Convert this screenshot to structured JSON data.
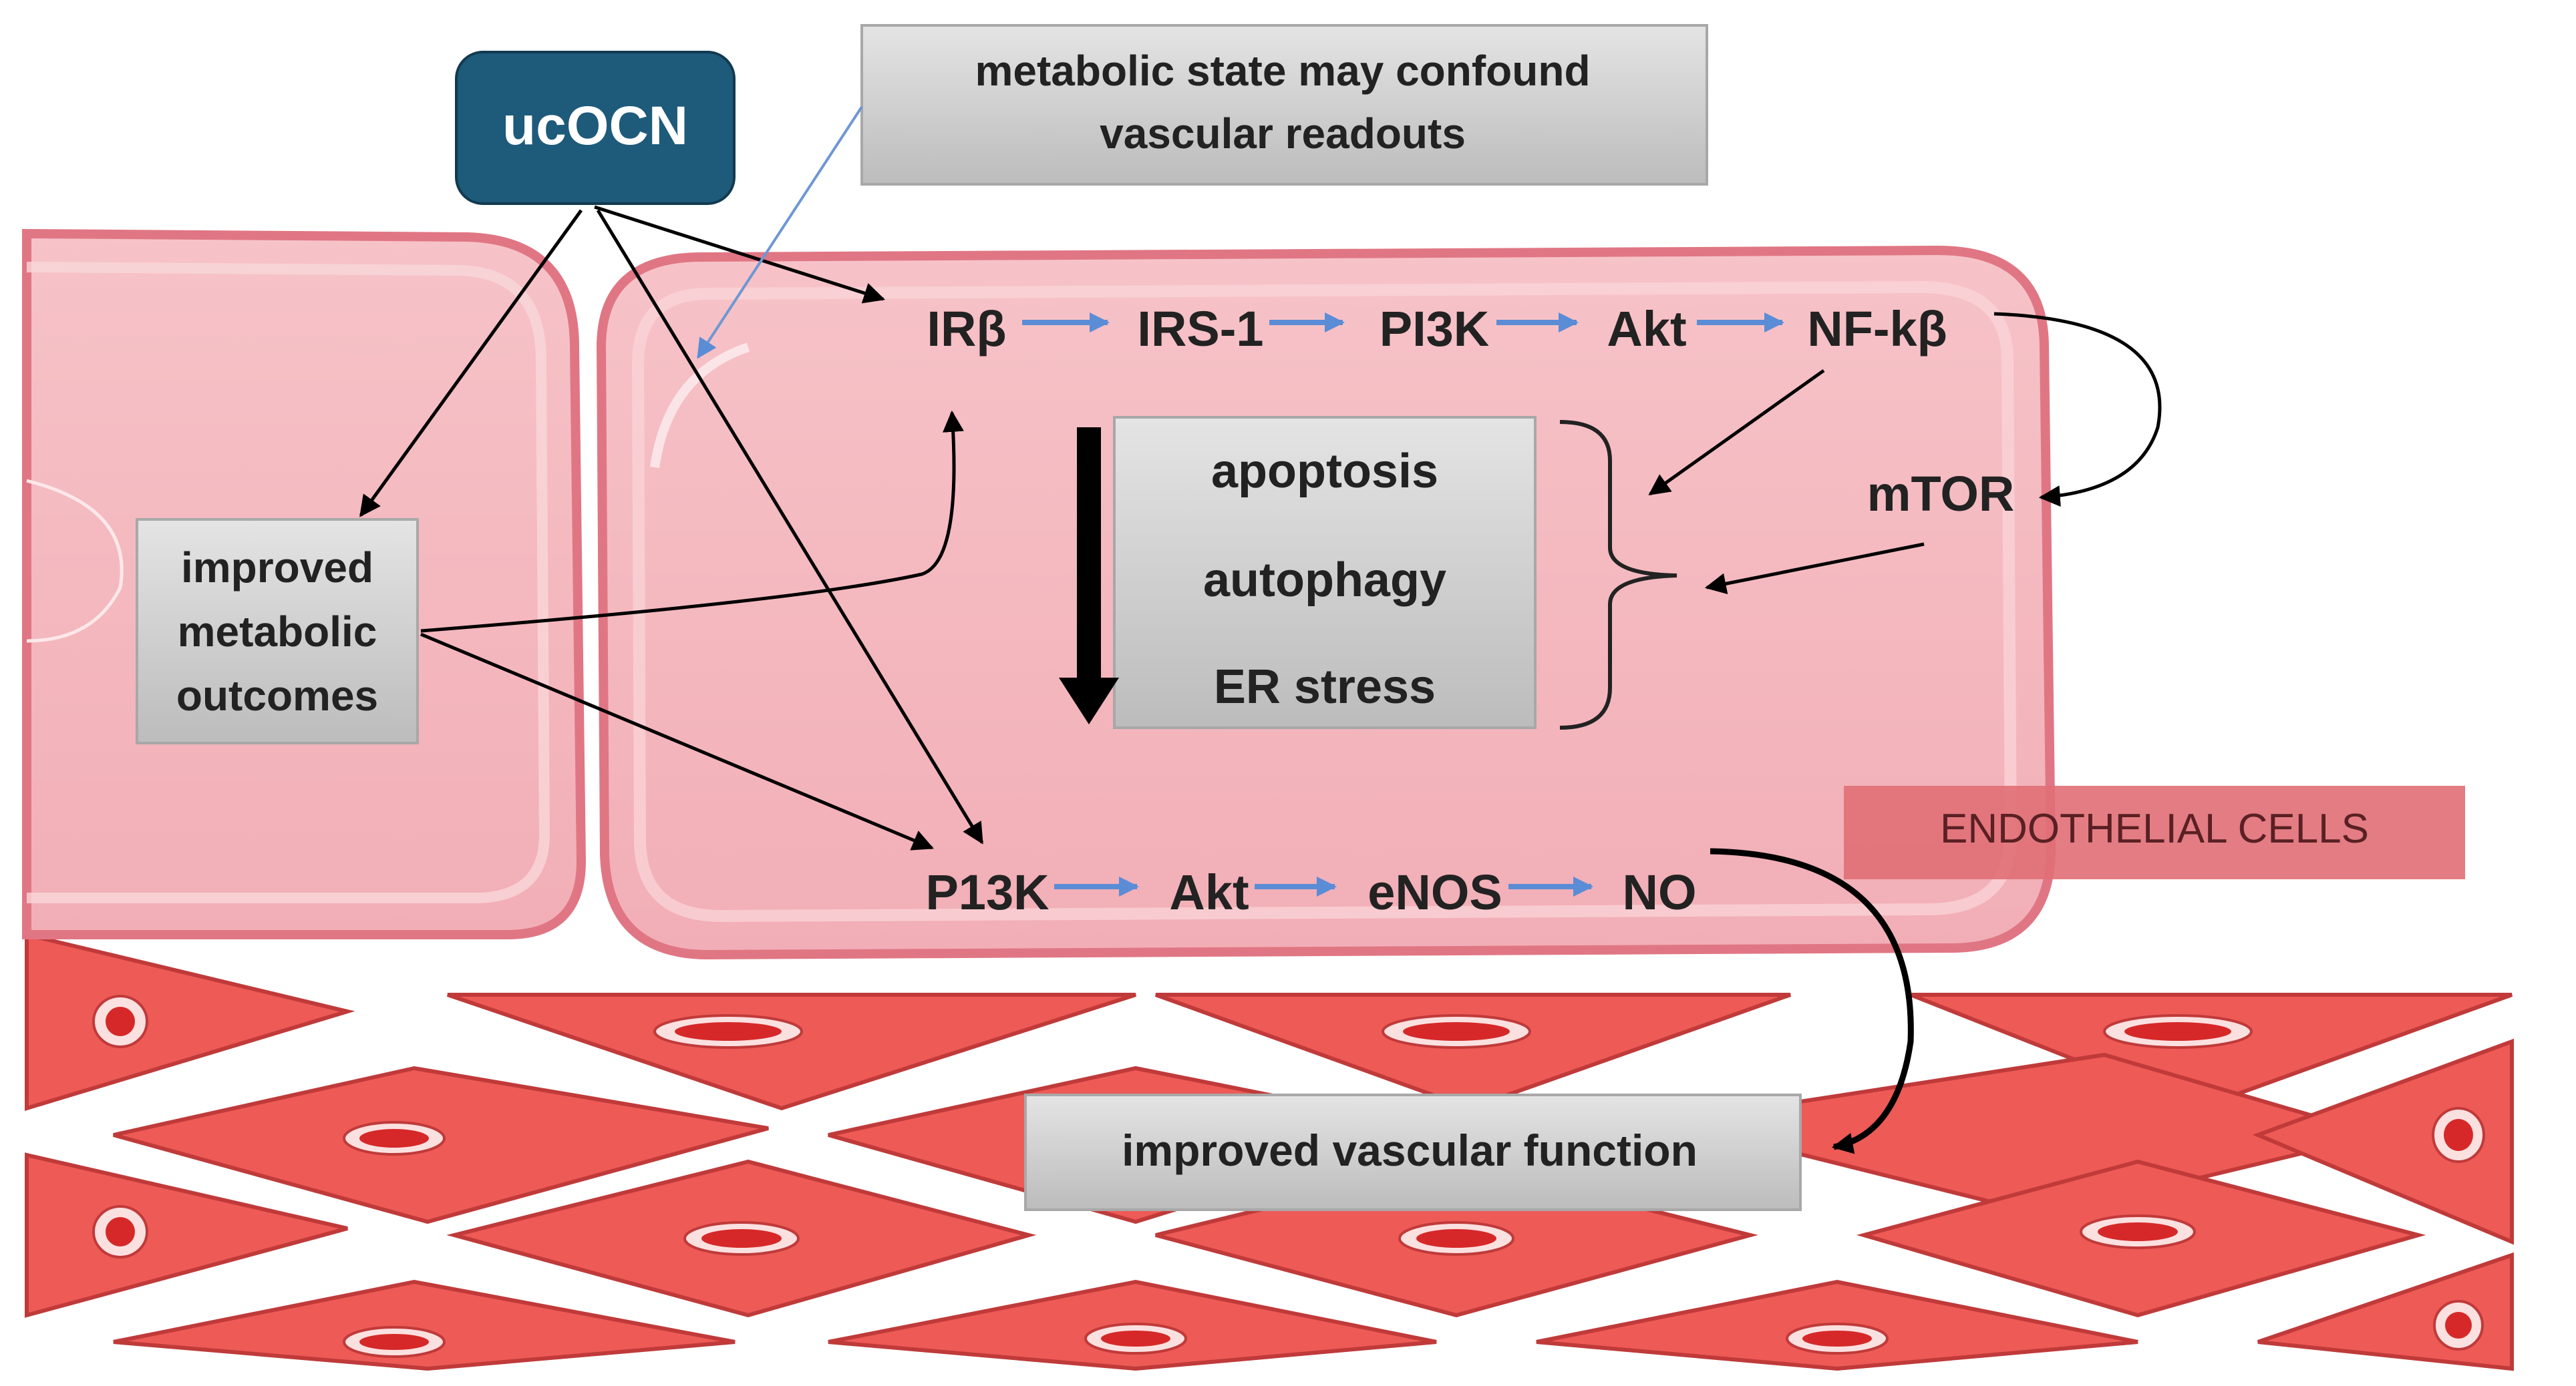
{
  "source_box": {
    "label": "ucOCN",
    "fill": "#1e5a7a",
    "text_color": "#ffffff"
  },
  "note_box": {
    "line1": "metabolic state may confound",
    "line2": "vascular readouts"
  },
  "metabolic_box": {
    "line1": "improved",
    "line2": "metabolic",
    "line3": "outcomes"
  },
  "insulin_pathway": {
    "nodes": [
      "IRβ",
      "IRS-1",
      "PI3K",
      "Akt",
      "NF-kβ"
    ]
  },
  "mtor_label": "mTOR",
  "stress_box": {
    "items": [
      "apoptosis",
      "autophagy",
      "ER stress"
    ]
  },
  "no_pathway": {
    "nodes": [
      "P13K",
      "Akt",
      "eNOS",
      "NO"
    ]
  },
  "endothelial_label": "ENDOTHELIAL CELLS",
  "vascular_box": {
    "label": "improved vascular function"
  },
  "colors": {
    "cell_fill": "#f4b6bd",
    "cell_border": "#e07684",
    "smooth_muscle": "#ee5a56",
    "pathway_arrow": "#5b8cd6",
    "gray_box": "#d0d0d0",
    "label_band": "#e06f75"
  }
}
